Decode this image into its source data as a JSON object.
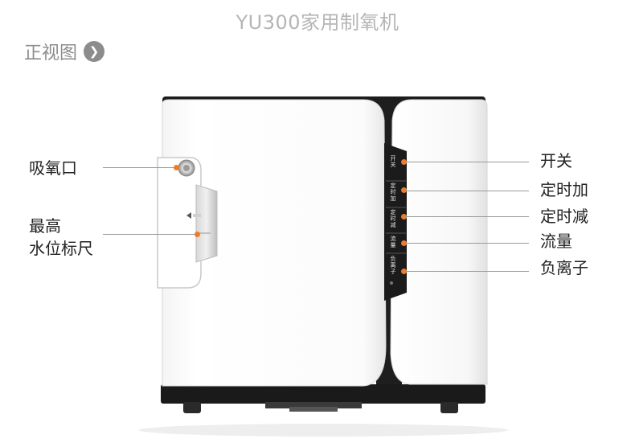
{
  "header": {
    "title": "YU300家用制氧机"
  },
  "section": {
    "label": "正视图",
    "arrow_icon": "chevron-right-icon"
  },
  "callouts_left": [
    {
      "label": "吸氧口"
    },
    {
      "label": "最高",
      "label2": "水位标尺"
    }
  ],
  "callouts_right": [
    {
      "label": "开关"
    },
    {
      "label": "定时加"
    },
    {
      "label": "定时减"
    },
    {
      "label": "流量"
    },
    {
      "label": "负离子"
    }
  ],
  "panel_buttons": [
    "开关",
    "定时加",
    "定时减",
    "流量",
    "负离子"
  ],
  "colors": {
    "accent": "#f07a2a",
    "body": "#ffffff",
    "panel": "#1e1e1e"
  }
}
